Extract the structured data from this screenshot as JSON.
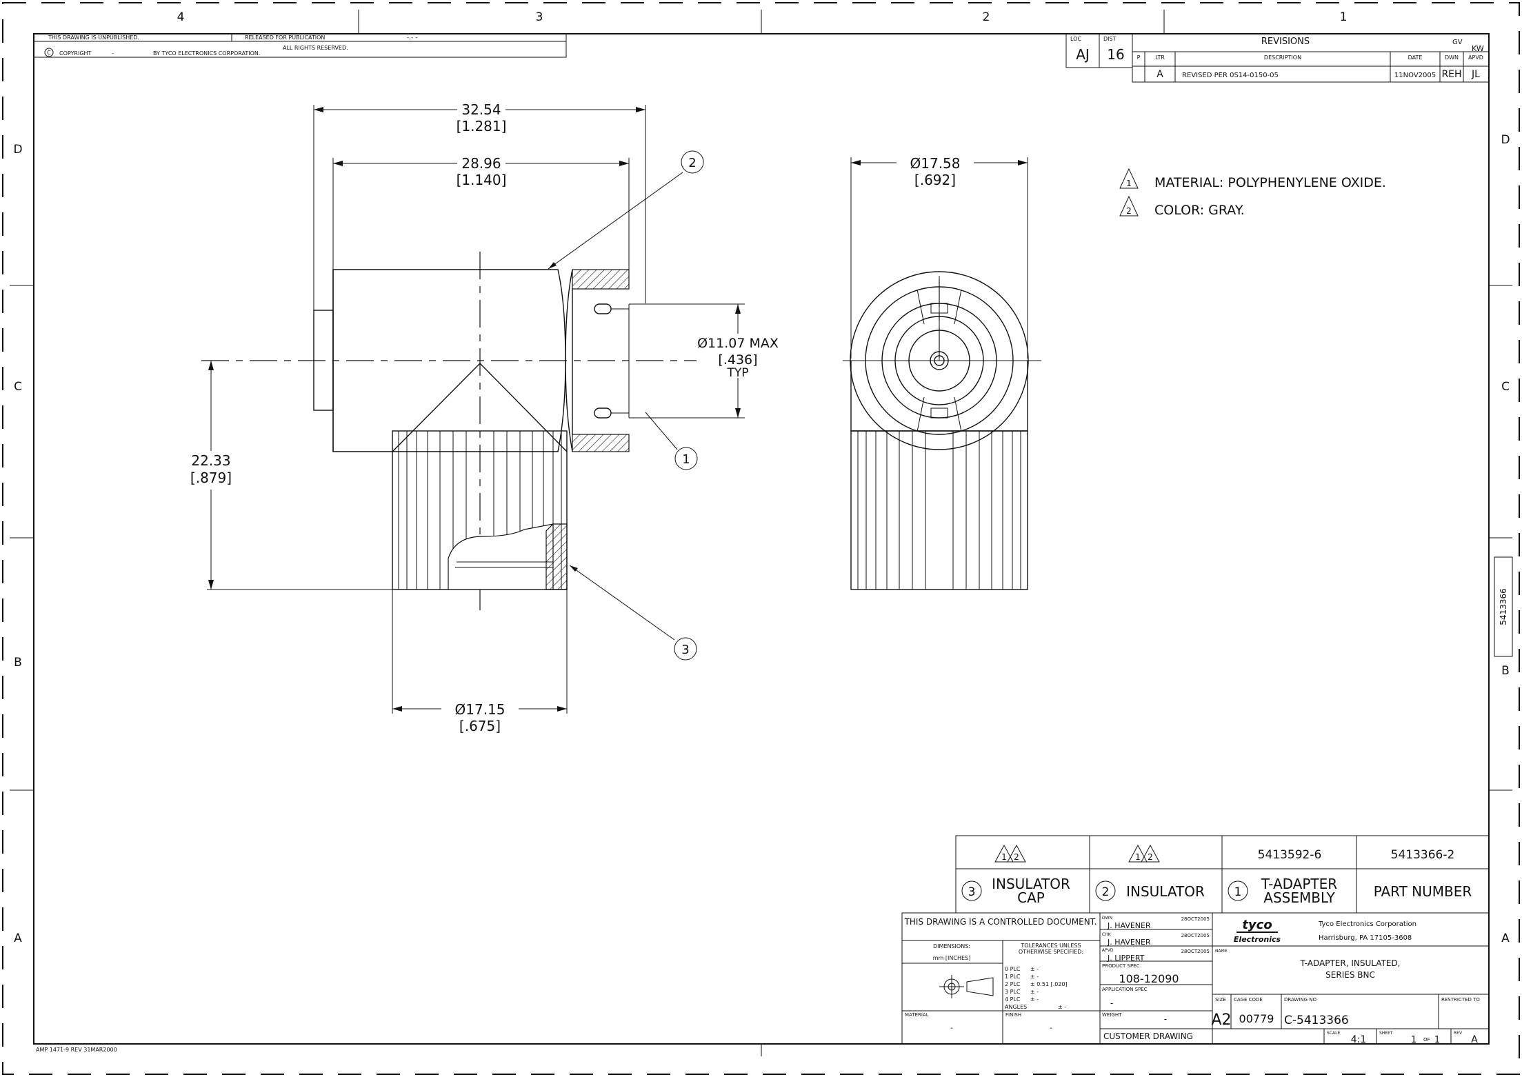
{
  "border": {
    "col_labels": [
      "4",
      "3",
      "2",
      "1"
    ],
    "row_labels": [
      "D",
      "C",
      "B",
      "A"
    ],
    "side_label": "5413366"
  },
  "top_notice": {
    "unpublished": "THIS DRAWING IS UNPUBLISHED.",
    "released": "RELEASED FOR PUBLICATION",
    "release_value": "-.-  -",
    "copyright": "COPYRIGHT",
    "copyright_year": "-",
    "by_company": "BY TYCO ELECTRONICS CORPORATION.",
    "rights": "ALL RIGHTS RESERVED."
  },
  "loc_dist": {
    "loc_label": "LOC",
    "loc": "AJ",
    "dist_label": "DIST",
    "dist": "16"
  },
  "revisions": {
    "title": "REVISIONS",
    "gv": "GV",
    "kw": "KW",
    "headers": [
      "P",
      "LTR",
      "DESCRIPTION",
      "DATE",
      "DWN",
      "APVD"
    ],
    "rows": [
      {
        "p": "",
        "ltr": "A",
        "desc": "REVISED PER 0S14-0150-05",
        "date": "11NOV2005",
        "dwn": "REH",
        "apvd": "JL"
      }
    ]
  },
  "dimensions": {
    "overall_len_mm": "32.54",
    "overall_len_in": "[1.281]",
    "body_len_mm": "28.96",
    "body_len_in": "[1.140]",
    "height_mm": "22.33",
    "height_in": "[.879]",
    "bore_mm": "Ø11.07 MAX",
    "bore_in": "[.436]",
    "bore_note": "TYP",
    "cap_dia_mm": "Ø17.15",
    "cap_dia_in": "[.675]",
    "end_dia_mm": "Ø17.58",
    "end_dia_in": "[.692]"
  },
  "balloons": {
    "b1": "1",
    "b2": "2",
    "b3": "3"
  },
  "notes": [
    {
      "flag": "1",
      "text": "MATERIAL: POLYPHENYLENE OXIDE."
    },
    {
      "flag": "2",
      "text": "COLOR: GRAY."
    }
  ],
  "parts_list": {
    "flags": [
      "1",
      "2"
    ],
    "part_numbers": {
      "cap": "",
      "insulator": "",
      "tadapter": "5413592-6",
      "assembly": "5413366-2"
    },
    "cap_num": "3",
    "cap_name_1": "INSULATOR",
    "cap_name_2": "CAP",
    "ins_num": "2",
    "ins_name": "INSULATOR",
    "ta_num": "1",
    "ta_name_1": "T-ADAPTER",
    "ta_name_2": "ASSEMBLY",
    "part_number_label": "PART NUMBER"
  },
  "title_block": {
    "controlled": "THIS DRAWING IS A CONTROLLED DOCUMENT.",
    "dimensions_label": "DIMENSIONS:",
    "units": "mm [INCHES]",
    "tolerance_header_1": "TOLERANCES UNLESS",
    "tolerance_header_2": "OTHERWISE SPECIFIED:",
    "tolerances": [
      {
        "plc": "0 PLC",
        "val": "± -"
      },
      {
        "plc": "1 PLC",
        "val": "± -"
      },
      {
        "plc": "2 PLC",
        "val": "± 0.51 [.020]"
      },
      {
        "plc": "3 PLC",
        "val": "± -"
      },
      {
        "plc": "4 PLC",
        "val": "± -"
      },
      {
        "plc": "ANGLES",
        "val": "± -"
      }
    ],
    "material_label": "MATERIAL",
    "material": "-",
    "finish_label": "FINISH",
    "finish": "-",
    "dwn_label": "DWN",
    "dwn_name": "J. HAVENER",
    "dwn_date": "28OCT2005",
    "chk_label": "CHK",
    "chk_name": "J. HAVENER",
    "chk_date": "28OCT2005",
    "apvd_label": "APVD",
    "apvd_name": "J. LIPPERT",
    "apvd_date": "28OCT2005",
    "product_spec_label": "PRODUCT SPEC",
    "product_spec": "108-12090",
    "application_spec_label": "APPLICATION SPEC",
    "application_spec": "-",
    "weight_label": "WEIGHT",
    "weight": "-",
    "customer_drawing": "CUSTOMER DRAWING",
    "logo_1": "tyco",
    "logo_2": "Electronics",
    "company": "Tyco Electronics Corporation",
    "address": "Harrisburg, PA 17105-3608",
    "name_label": "NAME",
    "name_1": "T-ADAPTER, INSULATED,",
    "name_2": "SERIES BNC",
    "size_label": "SIZE",
    "size": "A2",
    "cage_label": "CAGE CODE",
    "cage": "00779",
    "drawing_no_label": "DRAWING NO",
    "drawing_no": "C-5413366",
    "restricted_label": "RESTRICTED TO",
    "scale_label": "SCALE",
    "scale": "4:1",
    "sheet_label": "SHEET",
    "sheet": "1",
    "of_label": "OF",
    "sheet_total": "1",
    "rev_label": "REV",
    "rev": "A"
  },
  "form_id": "AMP 1471-9 REV 31MAR2000"
}
